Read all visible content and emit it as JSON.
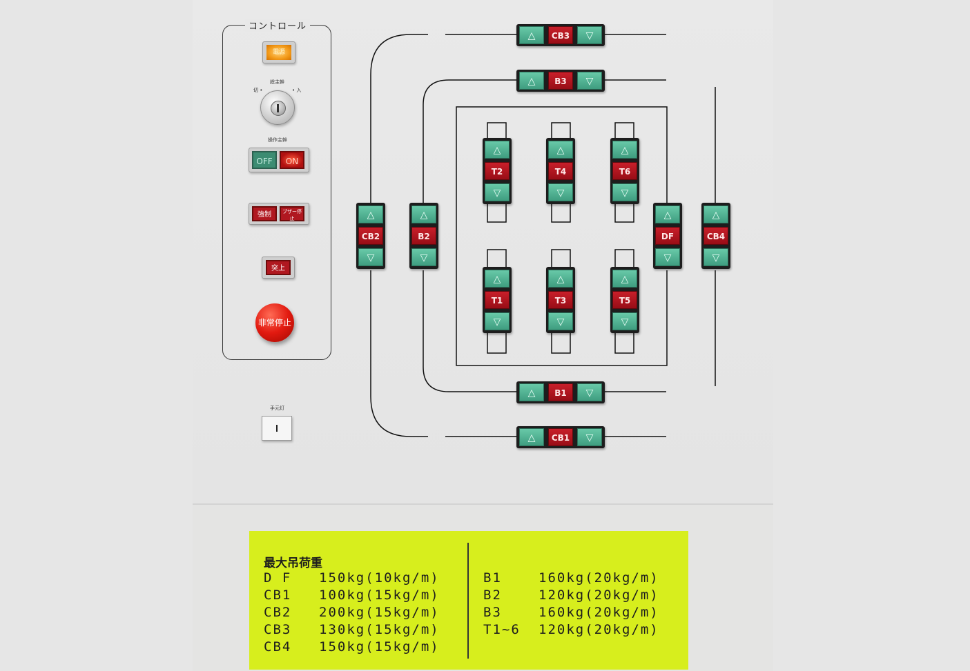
{
  "control": {
    "title": "コントロール",
    "lamp_label": "電源",
    "key_switch": {
      "title": "総主幹",
      "off": "切 •",
      "on": "• 入"
    },
    "op_switch": {
      "title": "操作主幹",
      "off": "OFF",
      "on": "ON"
    },
    "force_button": "強制",
    "buzzer_stop_button": "ブザー停止",
    "push_up_button": "突上",
    "emergency_stop": "非常停止",
    "hand_light": {
      "title": "手元灯",
      "mark": "I"
    }
  },
  "buttons": {
    "up_symbol": "△",
    "down_symbol": "▽",
    "units": {
      "CB3": "CB3",
      "B3": "B3",
      "B1": "B1",
      "CB1": "CB1",
      "CB2": "CB2",
      "B2": "B2",
      "DF": "DF",
      "CB4": "CB4",
      "T1": "T1",
      "T2": "T2",
      "T3": "T3",
      "T4": "T4",
      "T5": "T5",
      "T6": "T6"
    }
  },
  "load_plate": {
    "title": "最大吊荷重",
    "left": [
      {
        "name": "D F",
        "value": "150kg(10kg/m)"
      },
      {
        "name": "CB1",
        "value": "100kg(15kg/m)"
      },
      {
        "name": "CB2",
        "value": "200kg(15kg/m)"
      },
      {
        "name": "CB3",
        "value": "130kg(15kg/m)"
      },
      {
        "name": "CB4",
        "value": "150kg(15kg/m)"
      }
    ],
    "right": [
      {
        "name": "B1",
        "value": "160kg(20kg/m)"
      },
      {
        "name": "B2",
        "value": "120kg(20kg/m)"
      },
      {
        "name": "B3",
        "value": "160kg(20kg/m)"
      },
      {
        "name": "T1~6",
        "value": "120kg(20kg/m)"
      }
    ]
  },
  "colors": {
    "button_green": "#3f9d80",
    "button_red": "#c81f2a",
    "plate_yellow": "#d7ee1d",
    "emergency_red": "#e21a10"
  }
}
